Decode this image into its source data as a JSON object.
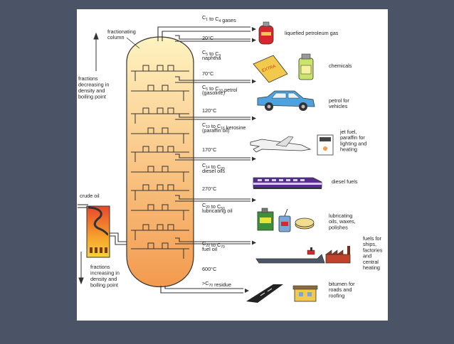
{
  "slide": {
    "background_color": "#4a5466",
    "panel_color": "#ffffff"
  },
  "column": {
    "title_lines": [
      "fractionating",
      "column"
    ],
    "left_top_note_lines": [
      "fractions",
      "decreasing in",
      "density and",
      "boiling point"
    ],
    "left_bottom_note_lines": [
      "fractions",
      "increasing in",
      "density and",
      "boiling point"
    ],
    "crude_oil_label": "crude oil",
    "gradient_top": "#fff3c0",
    "gradient_bottom": "#f39a4e"
  },
  "fractions": [
    {
      "name_parts": [
        {
          "t": "C"
        },
        {
          "t": "1",
          "sub": true
        },
        {
          "t": " to C"
        },
        {
          "t": "4",
          "sub": true
        },
        {
          "t": " gases"
        }
      ],
      "temp": "20°C",
      "use_lines": [
        "liquefied petroleum gas"
      ],
      "icon": "gas-cylinder-icon"
    },
    {
      "name_parts": [
        {
          "t": "C"
        },
        {
          "t": "5",
          "sub": true
        },
        {
          "t": " to C"
        },
        {
          "t": "9",
          "sub": true
        }
      ],
      "name_line2": "naphtha",
      "temp": "70°C",
      "use_lines": [
        "chemicals"
      ],
      "icon": "chemicals-icon"
    },
    {
      "name_parts": [
        {
          "t": "C"
        },
        {
          "t": "5",
          "sub": true
        },
        {
          "t": " to C"
        },
        {
          "t": "10",
          "sub": true
        },
        {
          "t": " petrol"
        }
      ],
      "name_line2": "(gasoline)",
      "temp": "120°C",
      "use_lines": [
        "petrol for",
        "vehicles"
      ],
      "icon": "car-icon"
    },
    {
      "name_parts": [
        {
          "t": "C"
        },
        {
          "t": "10",
          "sub": true
        },
        {
          "t": " to C"
        },
        {
          "t": "16",
          "sub": true
        },
        {
          "t": " kerosine"
        }
      ],
      "name_line2": "(paraffin oil)",
      "temp": "170°C",
      "use_lines": [
        "jet fuel,",
        "paraffin for",
        "lighting and",
        "heating"
      ],
      "icon": "jet-icon"
    },
    {
      "name_parts": [
        {
          "t": "C"
        },
        {
          "t": "14",
          "sub": true
        },
        {
          "t": " to C"
        },
        {
          "t": "20",
          "sub": true
        }
      ],
      "name_line2": "diesel oils",
      "temp": "270°C",
      "use_lines": [
        "diesel fuels"
      ],
      "icon": "train-icon"
    },
    {
      "name_parts": [
        {
          "t": "C"
        },
        {
          "t": "20",
          "sub": true
        },
        {
          "t": " to C"
        },
        {
          "t": "50",
          "sub": true
        }
      ],
      "name_line2": "lubricating oil",
      "temp": "",
      "use_lines": [
        "lubricating",
        "oils, waxes,",
        "polishes"
      ],
      "icon": "oil-can-icon"
    },
    {
      "name_parts": [
        {
          "t": "C"
        },
        {
          "t": "20",
          "sub": true
        },
        {
          "t": " to C"
        },
        {
          "t": "70",
          "sub": true
        }
      ],
      "name_line2": "fuel oil",
      "temp": "600°C",
      "use_lines": [
        "fuels for",
        "ships,",
        "factories",
        "and",
        "central",
        "heating"
      ],
      "icon": "ship-icon"
    },
    {
      "name_parts": [
        {
          "t": ">C"
        },
        {
          "t": "70",
          "sub": true
        },
        {
          "t": " residue"
        }
      ],
      "temp": "",
      "use_lines": [
        "bitumen for",
        "roads and",
        "roofing"
      ],
      "icon": "road-icon"
    }
  ]
}
